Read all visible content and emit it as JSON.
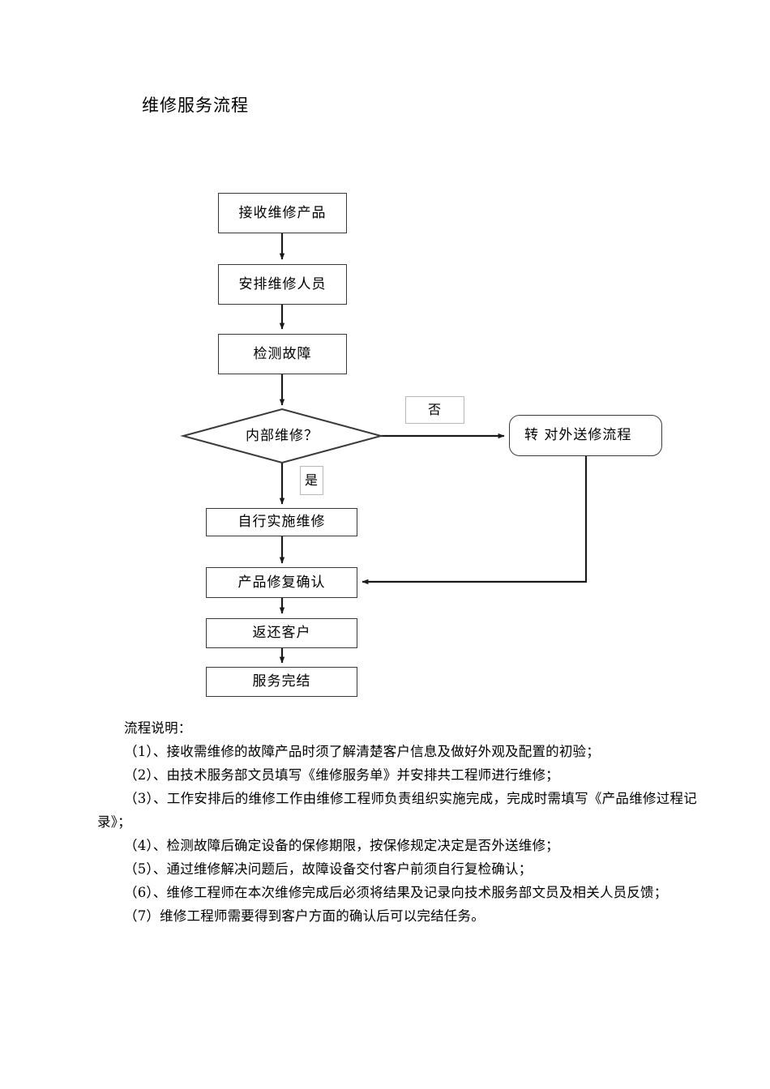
{
  "document": {
    "title": "维修服务流程"
  },
  "flowchart": {
    "nodes": [
      {
        "id": "receive",
        "label": "接收维修产品",
        "shape": "rect"
      },
      {
        "id": "assign",
        "label": "安排维修人员",
        "shape": "rect"
      },
      {
        "id": "diagnose",
        "label": "检测故障",
        "shape": "rect"
      },
      {
        "id": "decision",
        "label": "内部维修？",
        "shape": "diamond"
      },
      {
        "id": "external",
        "label": "转  对外送修流程",
        "shape": "rounded"
      },
      {
        "id": "selfrepair",
        "label": "自行实施维修",
        "shape": "rect"
      },
      {
        "id": "confirm",
        "label": "产品修复确认",
        "shape": "rect"
      },
      {
        "id": "return",
        "label": "返还客户",
        "shape": "rect"
      },
      {
        "id": "complete",
        "label": "服务完结",
        "shape": "rect"
      }
    ],
    "edge_labels": {
      "no": "否",
      "yes": "是"
    },
    "colors": {
      "node_border": "#3a3a3a",
      "tag_border": "#b8b8b8",
      "line": "#1a1a1a",
      "background": "#ffffff",
      "text": "#000000"
    }
  },
  "notes": {
    "heading": "流程说明：",
    "items": [
      "（1）、接收需维修的故障产品时须了解清楚客户信息及做好外观及配置的初验；",
      "（2）、由技术服务部文员填写《维修服务单》并安排共工程师进行维修；",
      "（3）、工作安排后的维修工作由维修工程师负责组织实施完成，完成时需填写《产品维修过程记录》；",
      "（4）、检测故障后确定设备的保修期限，按保修规定决定是否外送维修；",
      "（5）、通过维修解决问题后，故障设备交付客户前须自行复检确认；",
      "（6）、维修工程师在本次维修完成后必须将结果及记录向技术服务部文员及相关人员反馈；",
      "（7）维修工程师需要得到客户方面的确认后可以完结任务。"
    ]
  }
}
